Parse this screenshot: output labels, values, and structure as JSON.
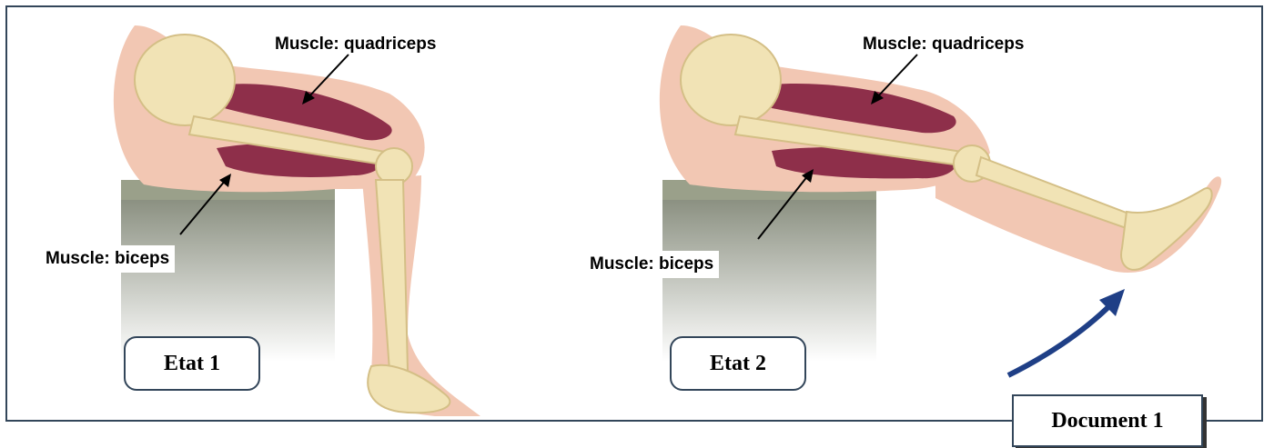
{
  "panels": [
    {
      "quadriceps_label": "Muscle: quadriceps",
      "biceps_label": "Muscle: biceps",
      "state_label": "Etat 1"
    },
    {
      "quadriceps_label": "Muscle: quadriceps",
      "biceps_label": "Muscle: biceps",
      "state_label": "Etat 2"
    }
  ],
  "document_label": "Document 1",
  "colors": {
    "skin": "#f2c7b3",
    "muscle": "#8e2f4a",
    "bone": "#f1e3b5",
    "seat": "#8a8f7a",
    "arrow": "#1f3f86",
    "frame": "#33465a"
  }
}
